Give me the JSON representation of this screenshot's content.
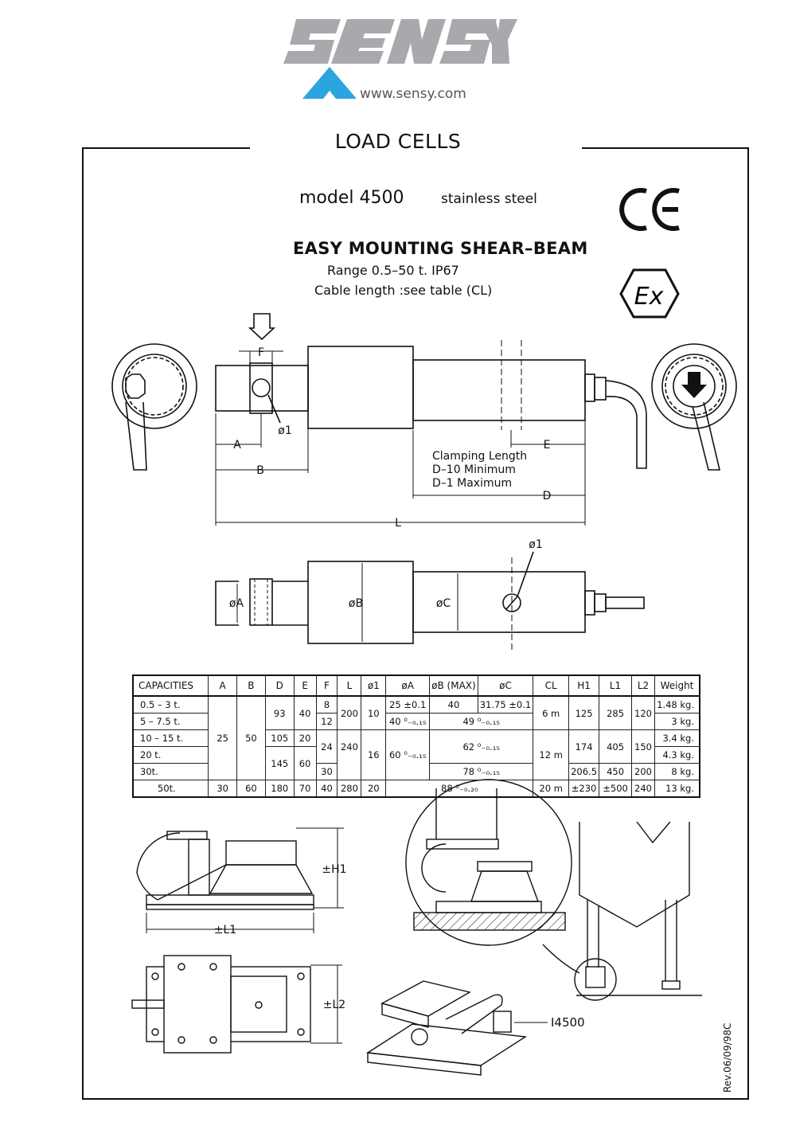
{
  "brand": {
    "name": "SENSY",
    "url": "www.sensy.com",
    "accent": "#2aa5e0",
    "logo_gray": "#a7a9ac"
  },
  "title": "LOAD CELLS",
  "model": {
    "label": "model  4500",
    "material": "stainless  steel"
  },
  "subtitle": "EASY MOUNTING SHEAR–BEAM",
  "range": "Range 0.5–50 t. IP67",
  "cable": "Cable length :see table (CL)",
  "certs": [
    "CE",
    "Ex"
  ],
  "drawing_labels": {
    "F": "F",
    "A": "A",
    "B": "B",
    "D": "D",
    "E": "E",
    "L": "L",
    "phi1": "ø1",
    "clamping": [
      "Clamping Length",
      "D–10  Minimum",
      "D–1   Maximum"
    ],
    "phiA": "øA",
    "phiB": "øB",
    "phiC": "øC",
    "H1": "±H1",
    "L1": "±L1",
    "L2": "±L2",
    "part": "I4500"
  },
  "table": {
    "headers": [
      "CAPACITIES",
      "A",
      "B",
      "D",
      "E",
      "F",
      "L",
      "ø1",
      "øA",
      "øB (MAX)",
      "øC",
      "CL",
      "H1",
      "L1",
      "L2",
      "Weight"
    ],
    "cells": {
      "cap": [
        "0.5  –  3 t.",
        "5  –  7.5 t.",
        "10  –  15 t.",
        "20  t.",
        "30t.",
        "50t."
      ],
      "A": [
        "25",
        "30"
      ],
      "B": [
        "50",
        "60"
      ],
      "D": [
        "93",
        "105",
        "145",
        "180"
      ],
      "E": [
        "40",
        "20",
        "60",
        "70"
      ],
      "F": [
        "8",
        "12",
        "24",
        "30",
        "40"
      ],
      "L": [
        "200",
        "240",
        "280"
      ],
      "phi1": [
        "10",
        "16",
        "20"
      ],
      "phiA": [
        "25 ±0.1",
        "40 ⁰₋₀.₁₅",
        "60 ⁰₋₀.₁₅"
      ],
      "phiB": [
        "40"
      ],
      "phiC": [
        "31.75 ±0.1",
        "49 ⁰₋₀.₁₅",
        "62 ⁰₋₀.₁₅",
        "78 ⁰₋₀.₁₅",
        "88 ⁰₋₀.₂₀"
      ],
      "CL": [
        "6 m",
        "12 m",
        "20 m"
      ],
      "H1": [
        "125",
        "174",
        "206.5",
        "±230"
      ],
      "L1": [
        "285",
        "405",
        "450",
        "±500"
      ],
      "L2": [
        "120",
        "150",
        "200",
        "240"
      ],
      "W": [
        "1.48 kg.",
        "3  kg.",
        "3.4 kg.",
        "4.3 kg.",
        "8 kg.",
        "13 kg."
      ]
    }
  },
  "revision": "Rev.06/09/98C"
}
